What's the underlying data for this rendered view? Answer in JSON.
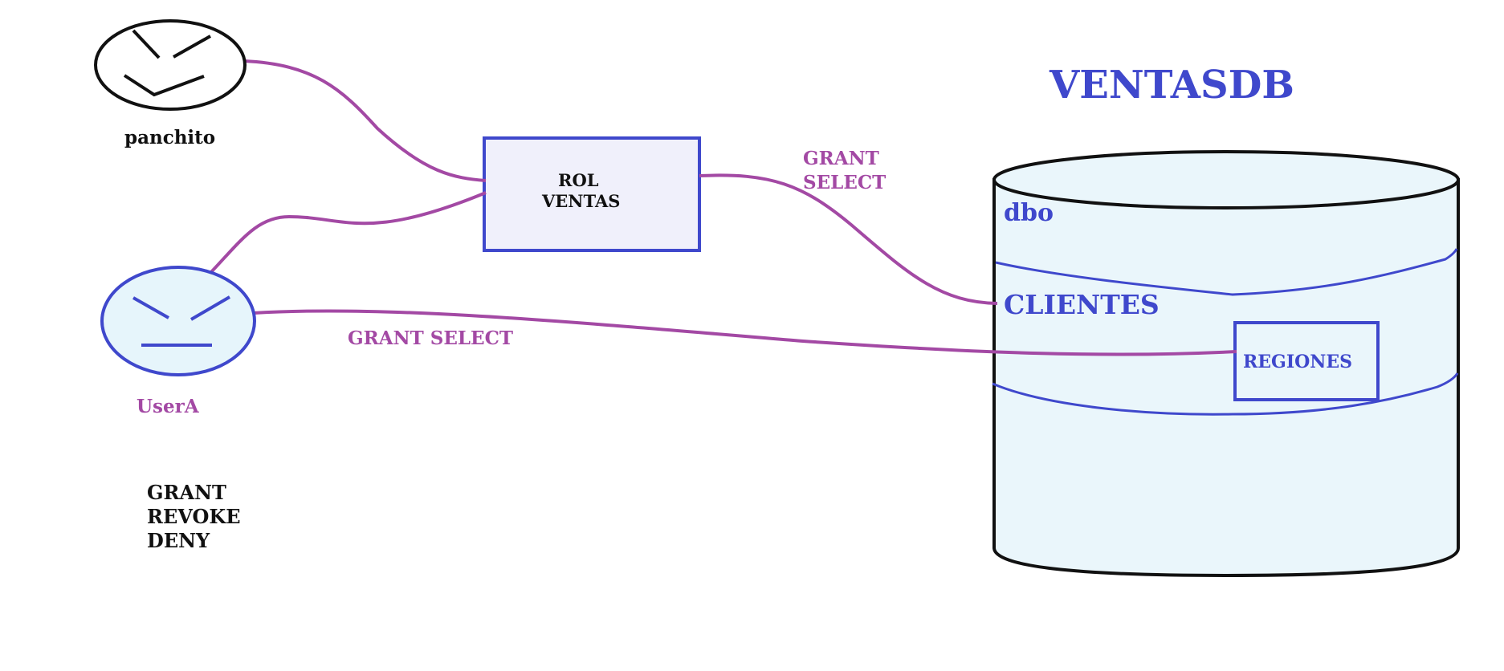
{
  "title": "VENTASDB",
  "schema_label": "dbo",
  "users": {
    "panchito": "panchito",
    "usera": "UserA"
  },
  "role": {
    "line1": "ROL",
    "line2": "VENTAS"
  },
  "grant_role": {
    "line1": "GRANT",
    "line2": "SELECT"
  },
  "grant_user": "GRANT SELECT",
  "tables": {
    "clientes": "CLIENTES",
    "regiones": "REGIONES"
  },
  "commands": [
    "GRANT",
    "REVOKE",
    "DENY"
  ],
  "colors": {
    "black": "#111111",
    "blue": "#3f48cc",
    "purple": "#a349a4",
    "role_fill": "#f0f0fb",
    "face_fill": "#e6f5fb",
    "db_fill": "#eaf6fb"
  }
}
